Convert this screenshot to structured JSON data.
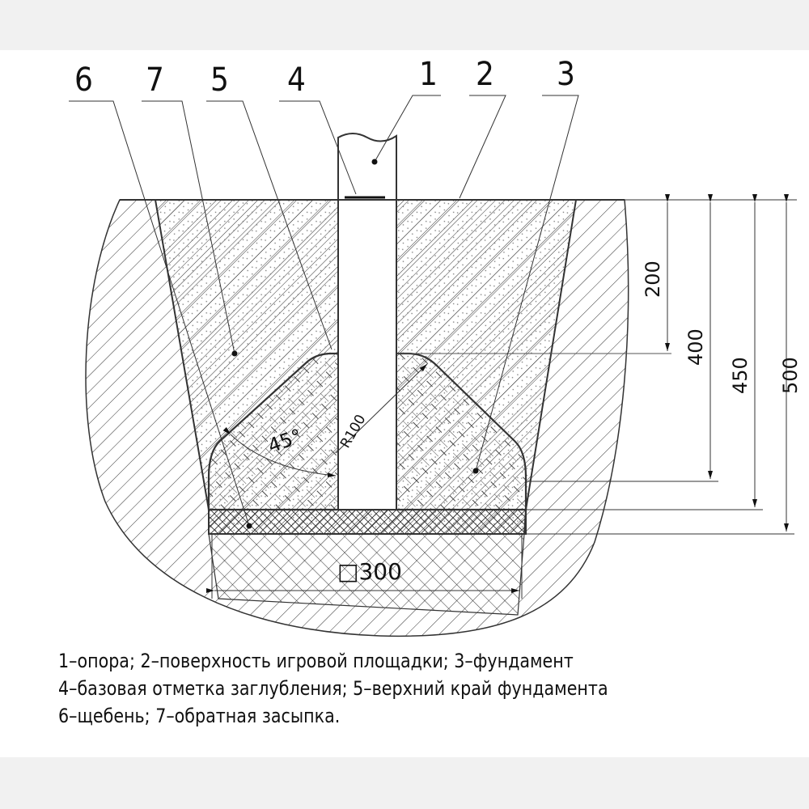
{
  "callouts": [
    "6",
    "7",
    "5",
    "4",
    "1",
    "2",
    "3"
  ],
  "dimensions": {
    "depth_200": "200",
    "depth_400": "400",
    "depth_450": "450",
    "depth_500": "500",
    "width": "□300",
    "angle": "45°",
    "radius": "R100"
  },
  "legend": [
    "1–опора; 2–поверхность игровой площадки; 3–фундамент",
    "4–базовая отметка заглубления; 5–верхний край фундамента",
    "6–щебень; 7–обратная засыпка."
  ]
}
